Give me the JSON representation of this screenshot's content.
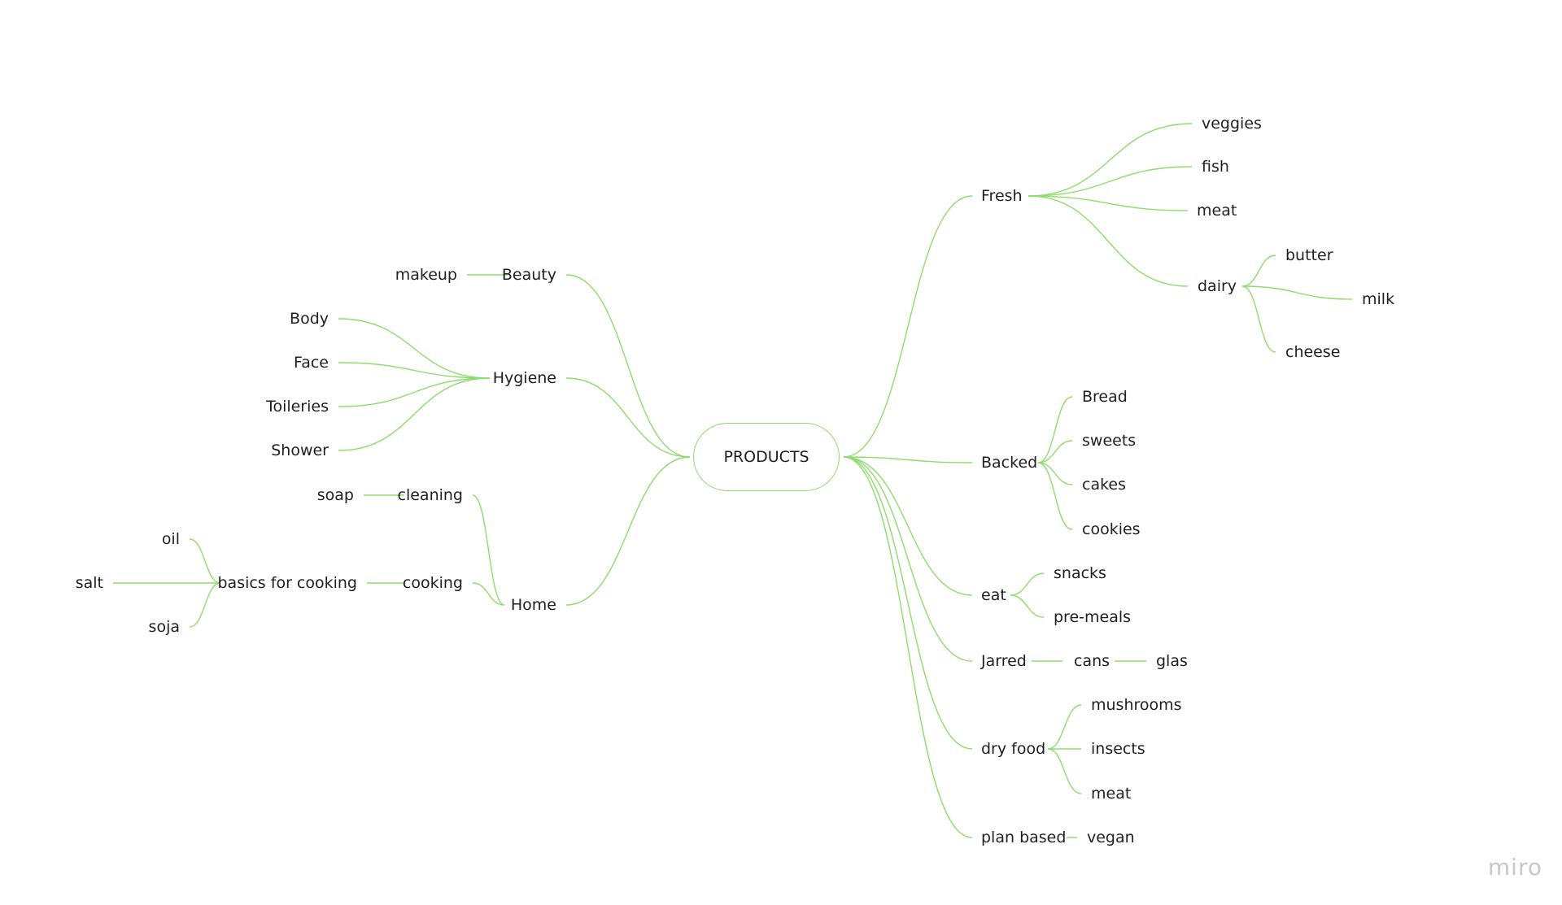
{
  "colors": {
    "edge": "#8fdc6e",
    "text": "#1f1f1f",
    "brand": "#c6c8cc"
  },
  "brand": "miro",
  "root": "PRODUCTS",
  "nodes": {
    "fresh": "Fresh",
    "veggies": "veggies",
    "fish": "fish",
    "meat1": "meat",
    "dairy": "dairy",
    "butter": "butter",
    "milk": "milk",
    "cheese": "cheese",
    "backed": "Backed",
    "bread": "Bread",
    "sweets": "sweets",
    "cakes": "cakes",
    "cookies": "cookies",
    "eat": "eat",
    "snacks": "snacks",
    "premeals": "pre-meals",
    "jarred": "Jarred",
    "cans": "cans",
    "glas": "glas",
    "dryfood": "dry food",
    "mushrooms": "mushrooms",
    "insects": "insects",
    "meat2": "meat",
    "planbased": "plan based",
    "vegan": "vegan",
    "beauty": "Beauty",
    "makeup": "makeup",
    "hygiene": "Hygiene",
    "body": "Body",
    "face": "Face",
    "toileries": "Toileries",
    "shower": "Shower",
    "home": "Home",
    "cleaning": "cleaning",
    "soap": "soap",
    "cooking": "cooking",
    "basics": "basics for cooking",
    "oil": "oil",
    "salt": "salt",
    "soja": "soja"
  }
}
